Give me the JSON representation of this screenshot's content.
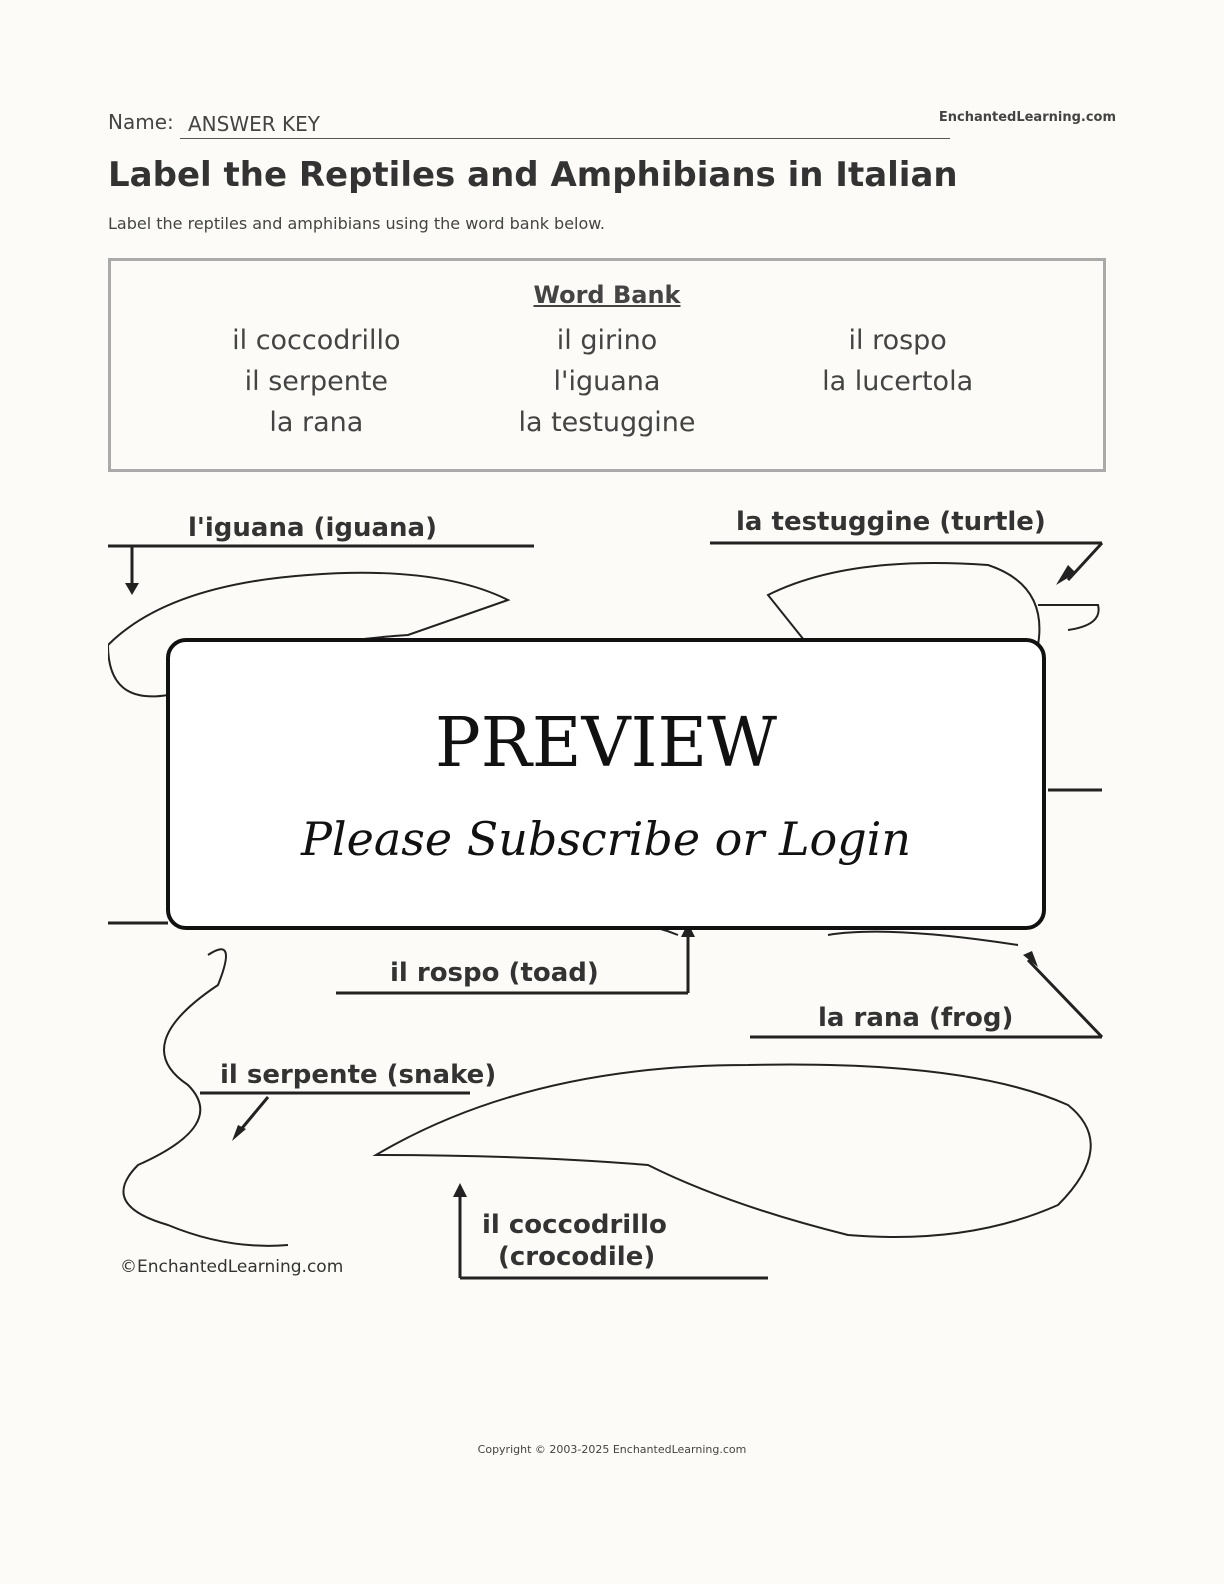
{
  "header": {
    "name_label": "Name:",
    "name_value": "ANSWER KEY",
    "site": "EnchantedLearning.com"
  },
  "title": "Label the Reptiles and Amphibians in Italian",
  "instructions": "Label the reptiles and amphibians using the word bank below.",
  "word_bank": {
    "title": "Word Bank",
    "words": [
      "il coccodrillo",
      "il girino",
      "il rospo",
      "il serpente",
      "l'iguana",
      "la lucertola",
      "la rana",
      "la testuggine"
    ]
  },
  "diagram": {
    "labels": {
      "iguana": "l'iguana (iguana)",
      "turtle": "la testuggine (turtle)",
      "toad": "il rospo (toad)",
      "frog": "la rana (frog)",
      "snake": "il serpente (snake)",
      "croc1": "il coccodrillo",
      "croc2": "(crocodile)"
    },
    "copyright": "©EnchantedLearning.com"
  },
  "preview": {
    "title": "PREVIEW",
    "subtitle": "Please Subscribe or Login"
  },
  "footer": "Copyright © 2003-2025 EnchantedLearning.com"
}
